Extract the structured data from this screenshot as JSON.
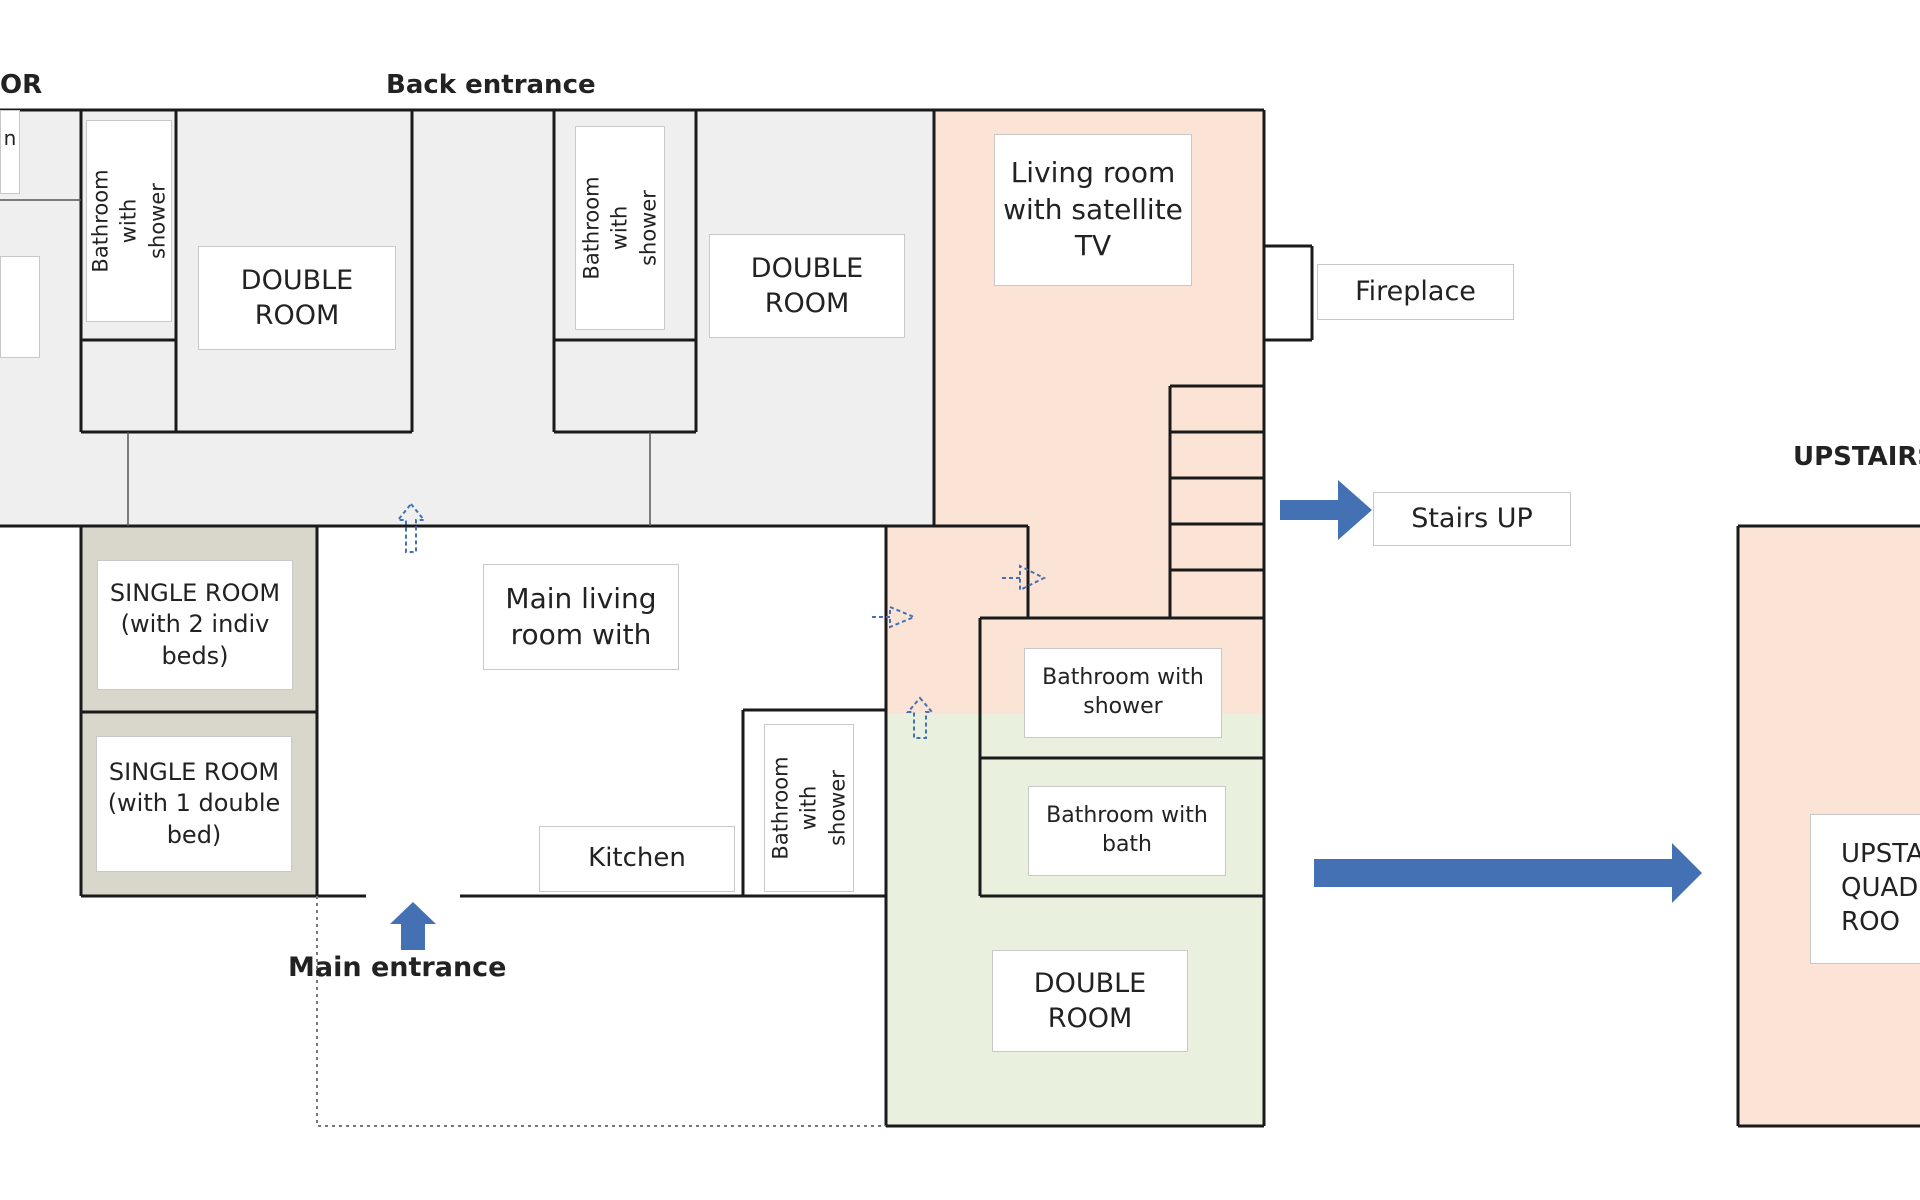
{
  "colors": {
    "wall": "#1a1a1a",
    "grey_zone": "#efefef",
    "peach_zone": "#fbe3d5",
    "green_zone": "#e9f0de",
    "single_room": "#d9d6cb",
    "arrow_blue": "#4471b4"
  },
  "headings": {
    "floor_fragment": "OR",
    "back_entrance": "Back entrance",
    "main_entrance": "Main entrance",
    "upstairs": "UPSTAIRS"
  },
  "rooms": {
    "double_room_1": "DOUBLE\nROOM",
    "double_room_2": "DOUBLE\nROOM",
    "double_room_3": "DOUBLE\nROOM",
    "bathroom_shower_1": "Bathroom with\nshower",
    "bathroom_shower_2": "Bathroom with\nshower",
    "bathroom_shower_3": "Bathroom with\nshower",
    "bathroom_shower_4": "Bathroom\nwith shower",
    "bathroom_bath": "Bathroom with\nbath",
    "living_room": "Living room\nwith satellite\nTV",
    "main_living": "Main living\nroom with",
    "single_room_1": "SINGLE ROOM\n(with 2 indiv\nbeds)",
    "single_room_2": "SINGLE ROOM\n(with 1 double\nbed)",
    "kitchen": "Kitchen",
    "upstairs_quad": "UPSTA\nQUADR\nROO",
    "left_edge_fragment": "n"
  },
  "features": {
    "fireplace": "Fireplace",
    "stairs_up": "Stairs UP"
  },
  "icons": {
    "arrow_stairs": "arrow-right-icon",
    "arrow_upstairs": "arrow-right-icon",
    "arrow_main_entrance": "arrow-up-icon",
    "door_back": "dashed-arrow-up-icon",
    "door_living_1": "dashed-arrow-right-icon",
    "door_living_2": "dashed-arrow-right-icon",
    "door_bath": "dashed-arrow-down-icon"
  }
}
